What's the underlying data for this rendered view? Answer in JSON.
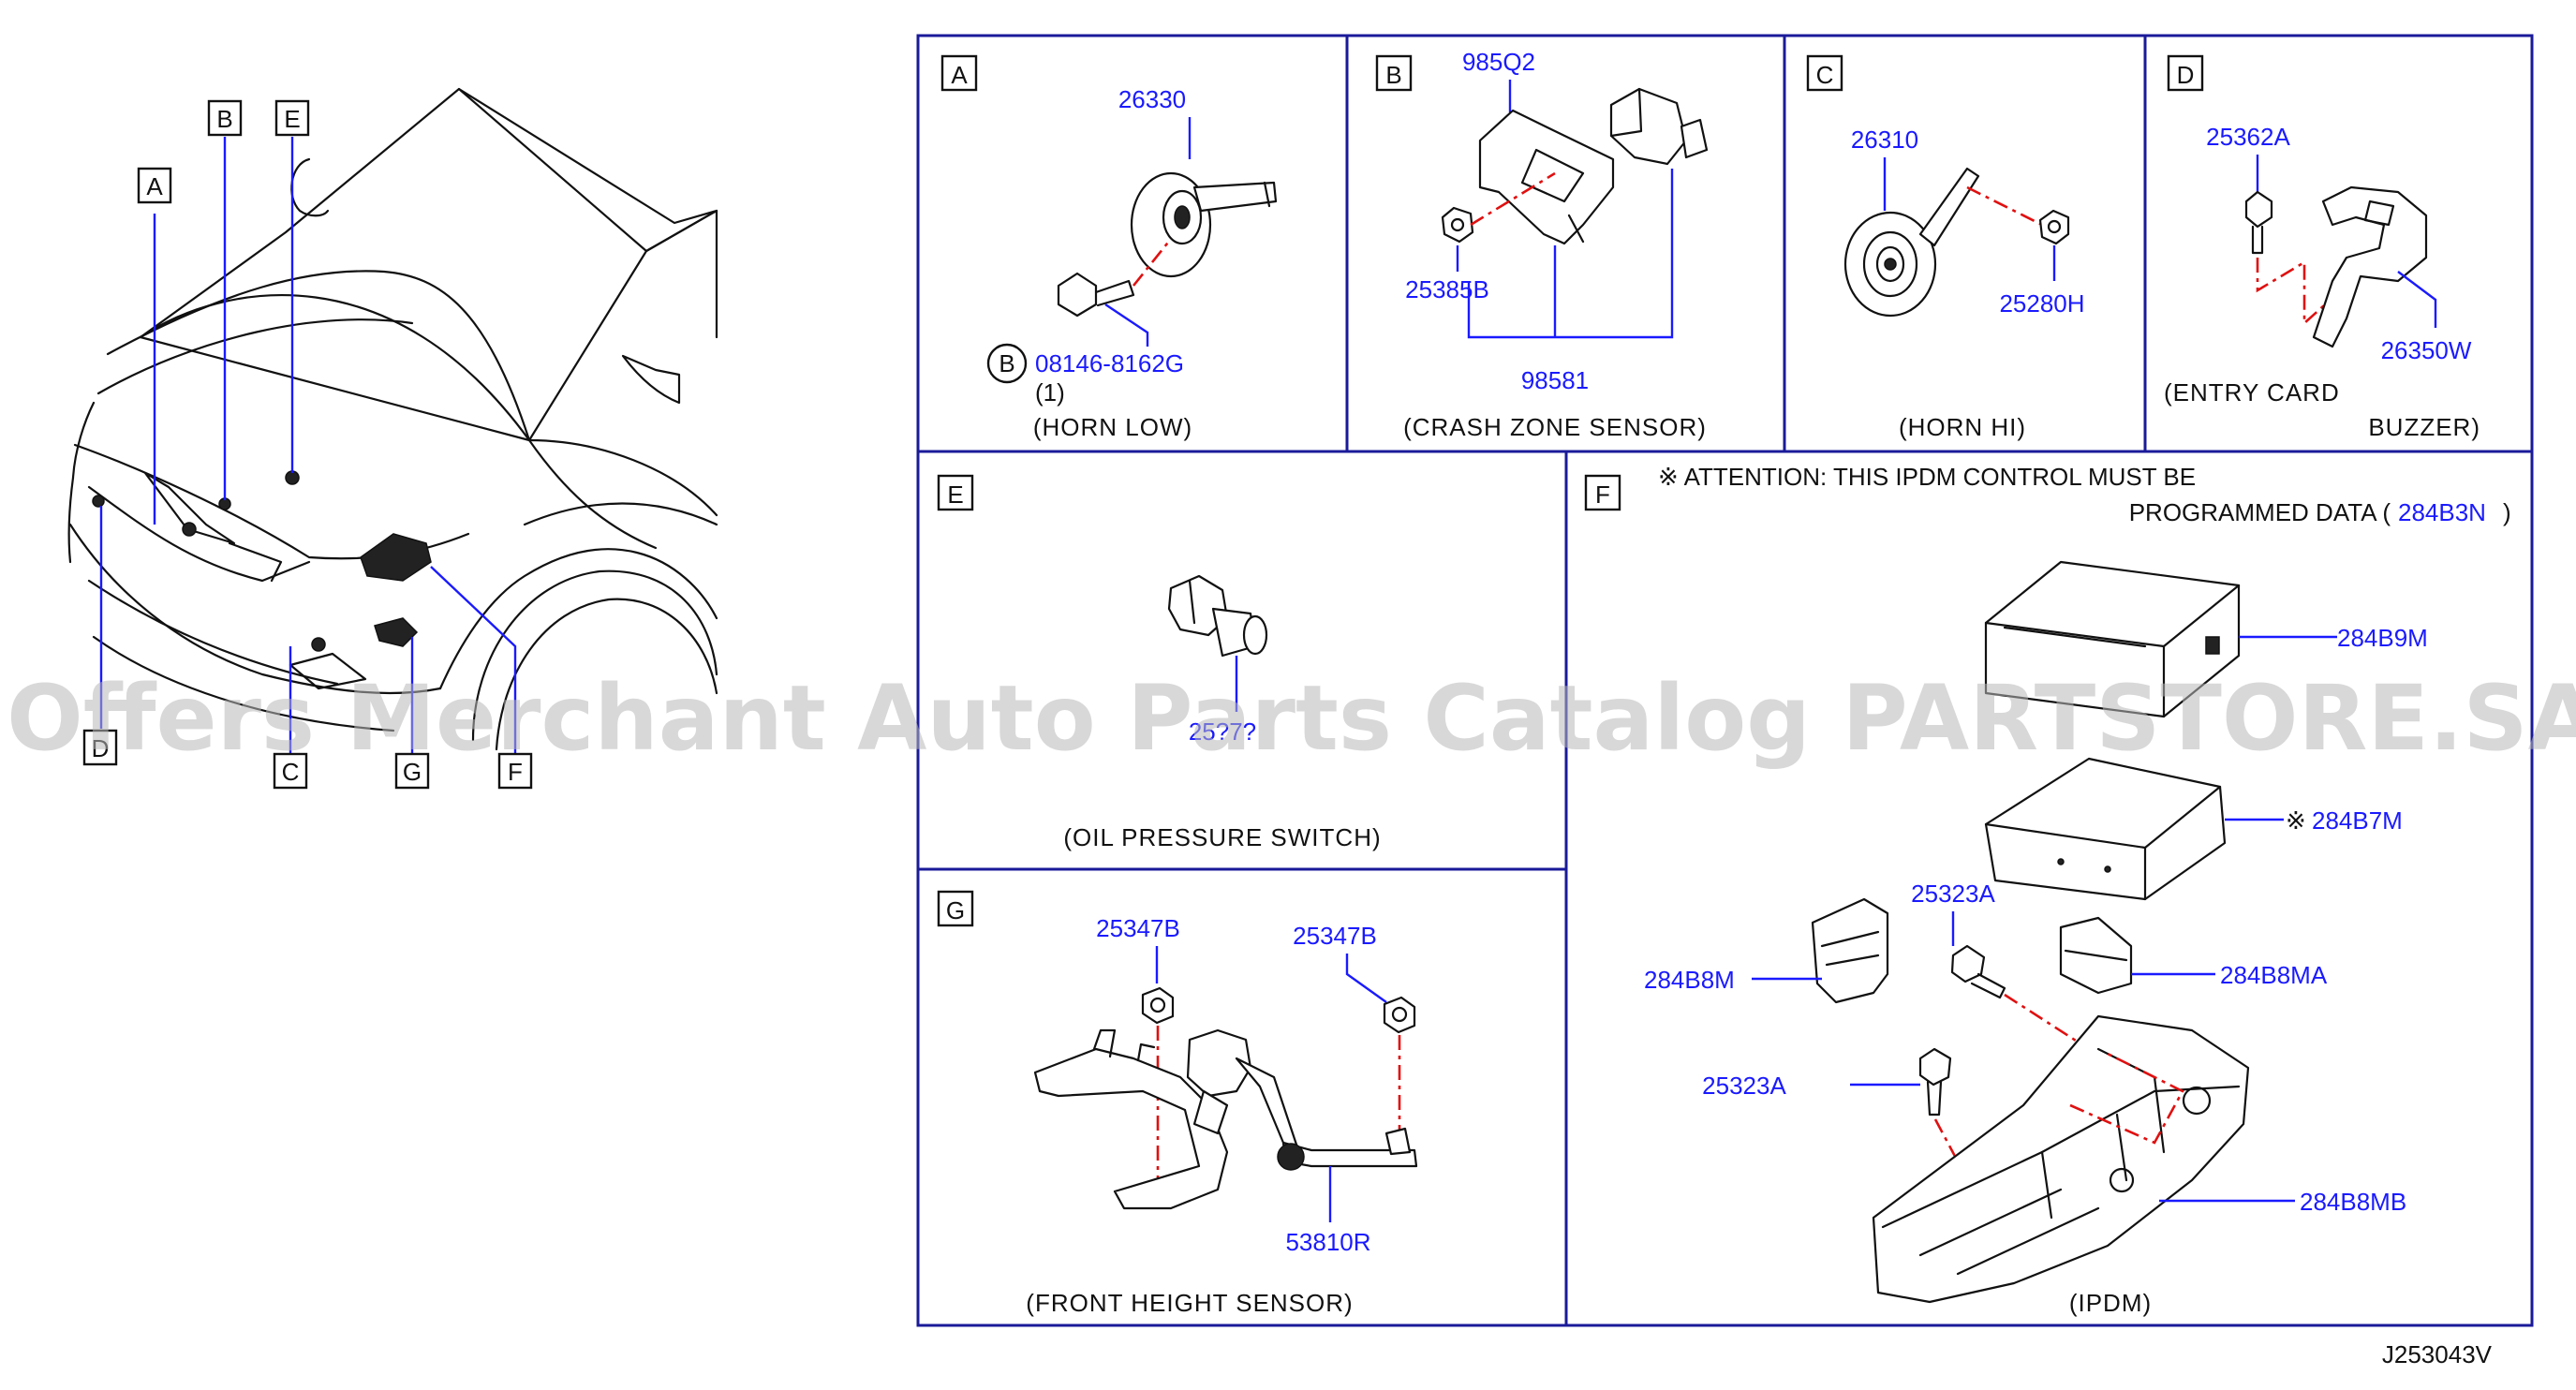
{
  "callouts": {
    "a": "A",
    "b": "B",
    "c": "C",
    "d": "D",
    "e": "E",
    "f": "F",
    "g": "G"
  },
  "panels": {
    "a": {
      "part_horn": "26330",
      "part_bolt": "08146-8162G",
      "bolt_marker": "B",
      "bolt_qty": "(1)",
      "caption": "(HORN   LOW)"
    },
    "b": {
      "part_sensor": "985Q2",
      "part_nut": "25385B",
      "part_assy": "98581",
      "caption": "(CRASH   ZONE   SENSOR)"
    },
    "c": {
      "part_horn": "26310",
      "part_nut": "25280H",
      "caption": "(HORN   HI)"
    },
    "d": {
      "part_bolt": "25362A",
      "part_buzzer": "26350W",
      "caption_line1": "(ENTRY   CARD",
      "caption_line2": "BUZZER)"
    },
    "e": {
      "part_switch_partial": "25?7?",
      "caption": "(OIL   PRESSURE            SWITCH)"
    },
    "f": {
      "attention_line1": "※ ATTENTION:  THIS  IPDM  CONTROL  MUST  BE",
      "attention_line2": "PROGRAMMED   DATA  (",
      "attention_part": "284B3N",
      "attention_close": ")",
      "part_top_unit": "284B9M",
      "part_mid_unit": "284B7M",
      "mid_unit_marker": "※",
      "part_bolt_upper": "25323A",
      "part_bolt_lower": "25323A",
      "part_left_cover": "284B8M",
      "part_right_cover": "284B8MA",
      "part_base": "284B8MB",
      "caption": "(IPDM)"
    },
    "g": {
      "part_nut_left": "25347B",
      "part_nut_right": "25347B",
      "part_sensor": "53810R",
      "caption": "(FRONT   HEIGHT   SENSOR)"
    }
  },
  "diagram_code": "J253043V",
  "watermark": "Offers Merchant Auto Parts Catalog PARTSTORE.SA",
  "colors": {
    "part_number": "#1a1aff",
    "leader": "#1a1aff",
    "assembly_line": "#e01010",
    "frame": "#1a1a9a"
  }
}
